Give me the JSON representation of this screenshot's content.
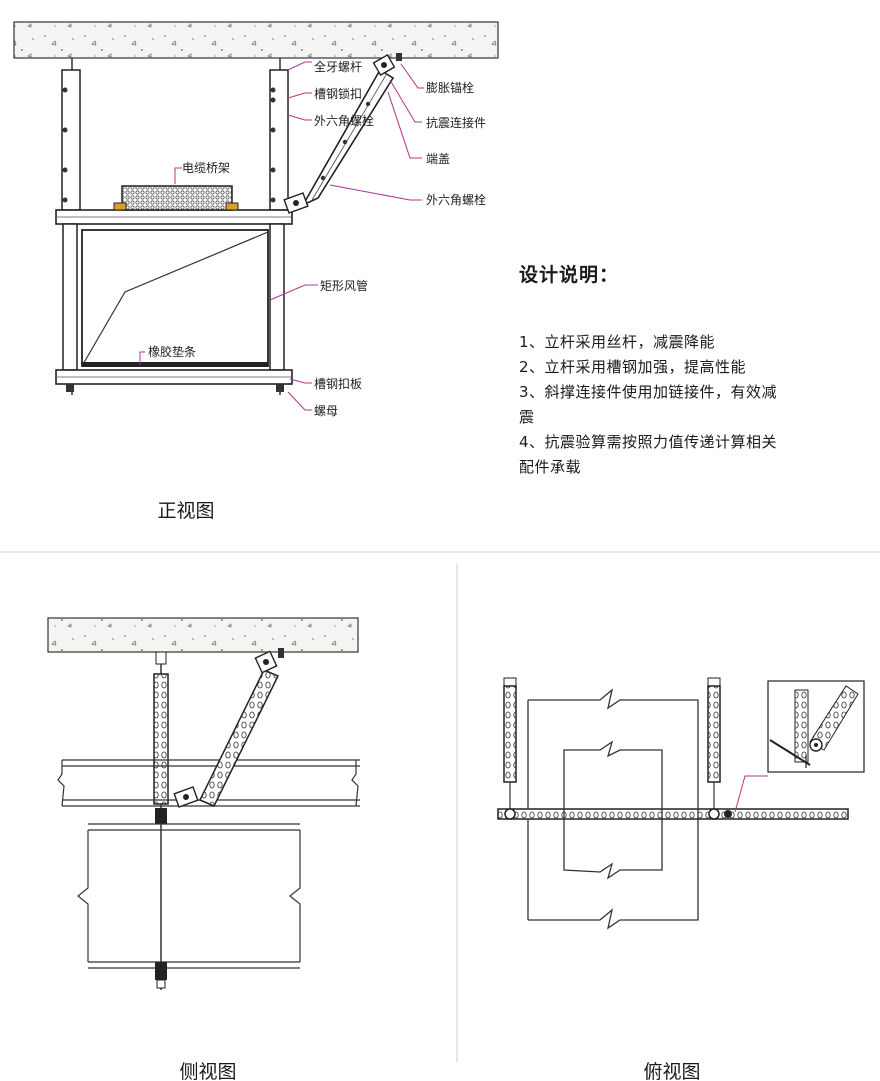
{
  "front_view": {
    "caption": "正视图",
    "labels": {
      "full_thread_rod": "全牙螺杆",
      "channel_lock": "槽钢锁扣",
      "hex_bolt_1": "外六角螺栓",
      "cable_tray": "电缆桥架",
      "expansion_anchor": "膨胀锚栓",
      "seismic_connector": "抗震连接件",
      "end_cap": "端盖",
      "hex_bolt_2": "外六角螺栓",
      "rect_duct": "矩形风管",
      "rubber_strip": "橡胶垫条",
      "channel_plate": "槽钢扣板",
      "nut": "螺母"
    }
  },
  "design_notes": {
    "title": "设计说明：",
    "items": [
      "1、立杆采用丝杆，减震降能",
      "2、立杆采用槽钢加强，提高性能",
      "3、斜撑连接件使用加链接件，有效减震",
      "4、抗震验算需按照力值传递计算相关配件承载"
    ]
  },
  "side_view": {
    "caption": "侧视图"
  },
  "top_view": {
    "caption": "俯视图"
  },
  "colors": {
    "label_line": "#b0358c",
    "ink": "#222222",
    "divider": "#cccccc"
  }
}
